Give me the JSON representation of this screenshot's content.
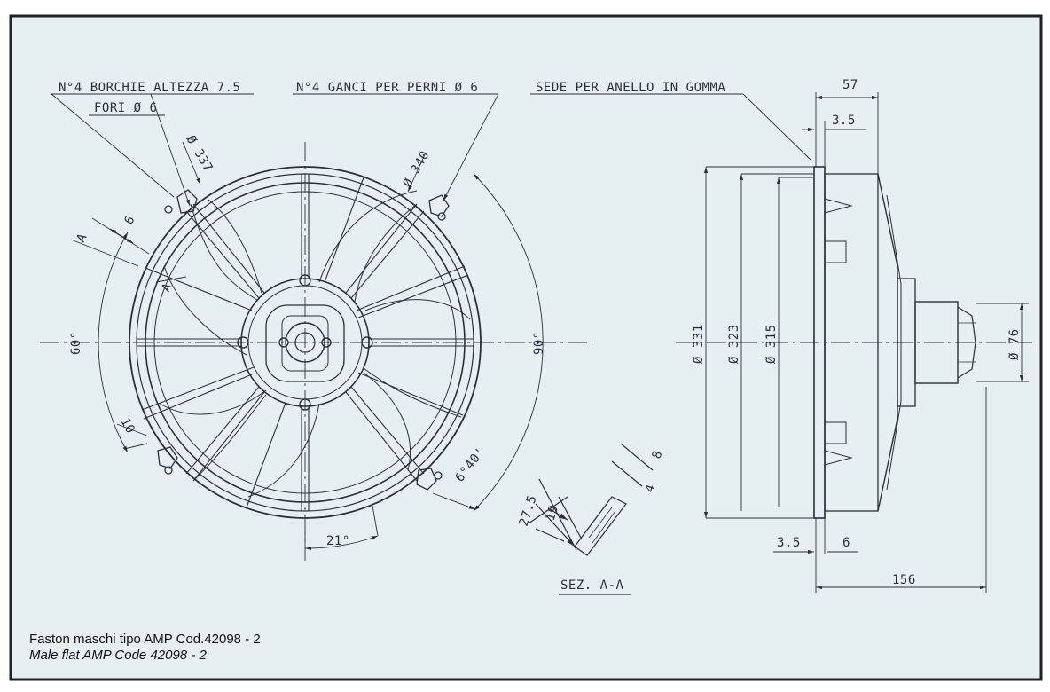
{
  "drawing": {
    "notes": {
      "bosses": "N°4 BORCHIE ALTEZZA 7.5",
      "holes": "FORI Ø 6",
      "hooks": "N°4 GANCI PER PERNI Ø 6",
      "seat": "SEDE PER ANELLO IN GOMMA"
    },
    "front_view": {
      "dia_337": "Ø 337",
      "dia_340": "Ø 340",
      "dim_6": "6",
      "dim_10": "10",
      "ang_60": "60°",
      "ang_90": "90°",
      "ang_21": "21°",
      "ang_640": "6°40'",
      "sec_a1": "A",
      "sec_a2": "A"
    },
    "side_view": {
      "dim_57": "57",
      "dim_3_5_top": "3.5",
      "dim_3_5_bottom": "3.5",
      "dim_6_bottom": "6",
      "dim_156": "156",
      "dia_331": "Ø 331",
      "dia_323": "Ø 323",
      "dia_315": "Ø 315",
      "dia_76": "Ø 76"
    },
    "section": {
      "dim_27_5": "27.5",
      "dim_19": "19",
      "dim_8": "8",
      "dim_4": "4",
      "title": "SEZ. A-A"
    }
  },
  "caption": {
    "line1": "Faston maschi tipo AMP Cod.42098 - 2",
    "line2": "Male flat AMP Code 42098 - 2"
  },
  "colors": {
    "paper": "#e6f0f3",
    "ink": "#2b3038",
    "frame": "#1e2126"
  }
}
